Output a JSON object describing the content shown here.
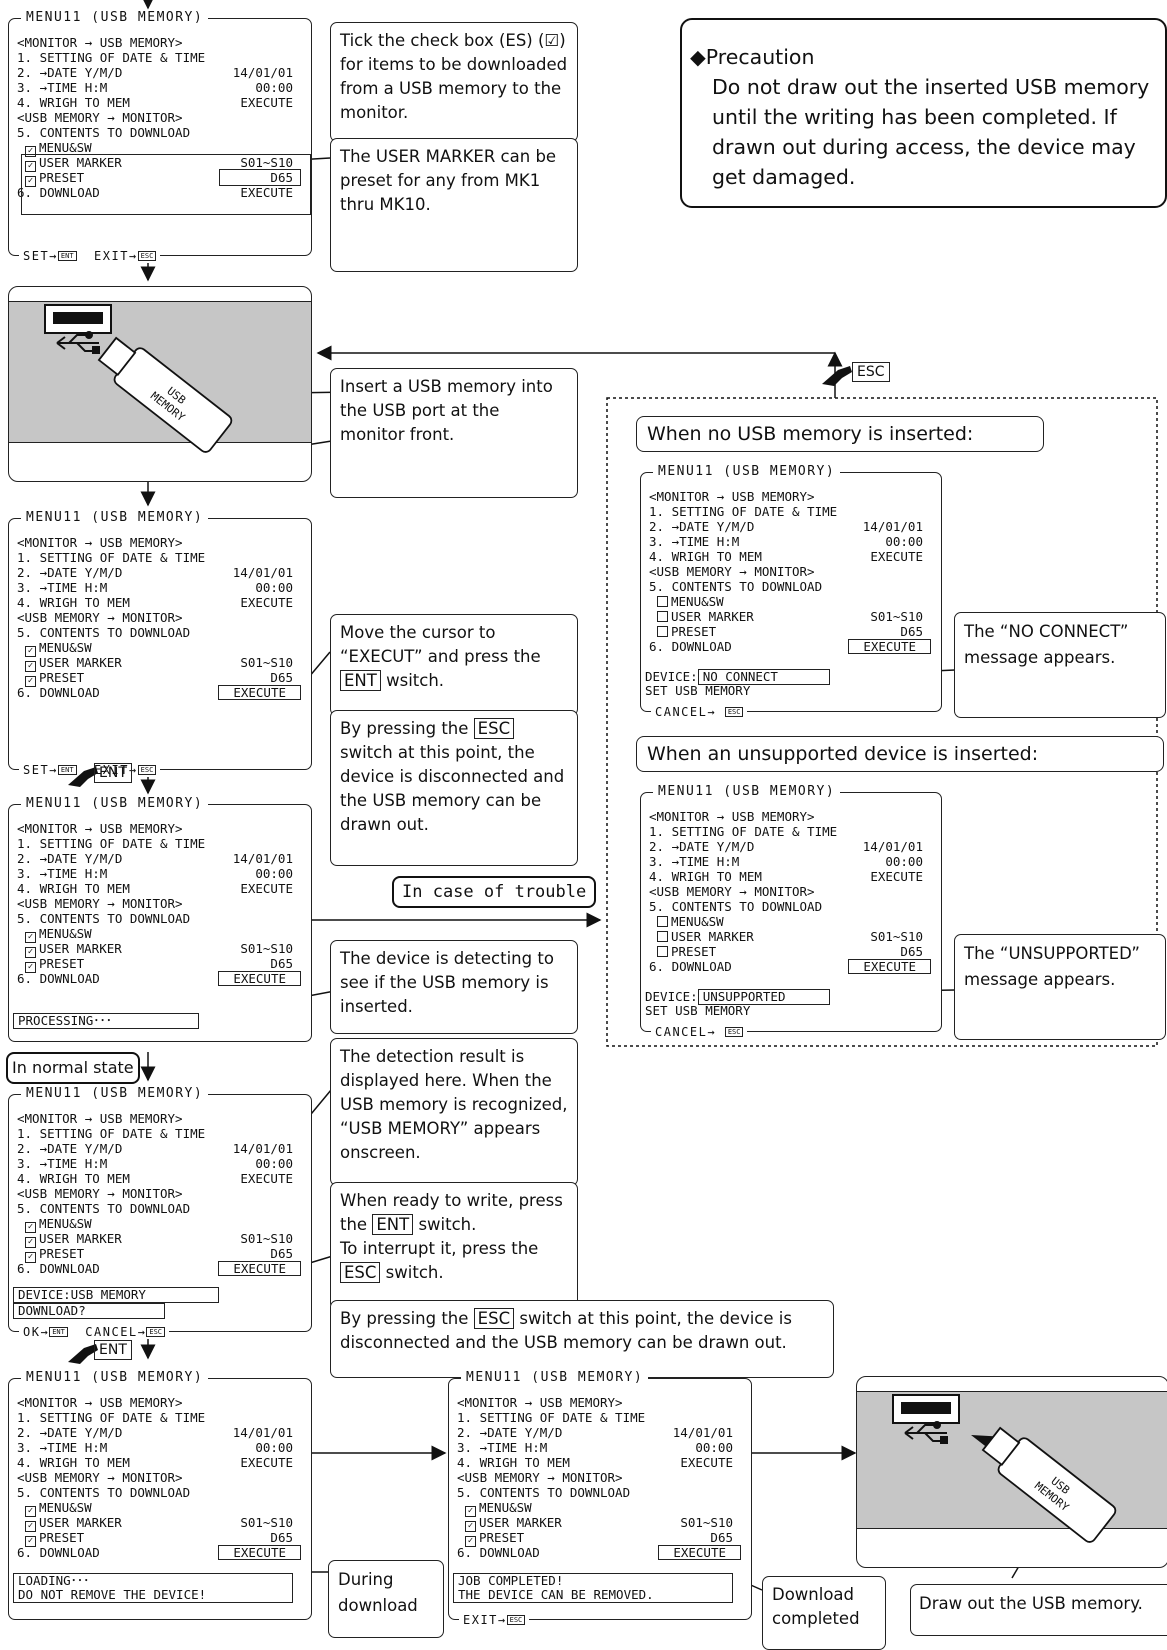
{
  "menu": {
    "title": "MENU11 (USB MEMORY)",
    "lines": [
      {
        "t": "<MONITOR → USB MEMORY>",
        "v": ""
      },
      {
        "t": "1. SETTING OF DATE & TIME",
        "v": ""
      },
      {
        "t": "2. →DATE Y/M/D",
        "v": "14/01/01"
      },
      {
        "t": "3. →TIME H:M",
        "v": "00:00"
      },
      {
        "t": "4. WRIGH TO MEM",
        "v": "EXECUTE"
      },
      {
        "t": "<USB MEMORY → MONITOR>",
        "v": ""
      },
      {
        "t": "5. CONTENTS TO DOWNLOAD",
        "v": ""
      },
      {
        "t": "MENU&SW",
        "v": "",
        "cb": true
      },
      {
        "t": "USER MARKER",
        "v": "S01~S10",
        "cb": true
      },
      {
        "t": "PRESET",
        "v": "D65",
        "cb": true
      },
      {
        "t": "6. DOWNLOAD",
        "v": "EXECUTE"
      }
    ],
    "foot_set": "SET→",
    "foot_exit": "EXIT→",
    "foot_ok": "OK→",
    "foot_cancel": "CANCEL→",
    "foot_cancel2": "CANCEL→",
    "foot_exit2": "EXIT→",
    "key_ent": "ENT",
    "key_esc": "ESC",
    "device_label": "DEVICE:",
    "set_usb": "SET USB MEMORY",
    "no_connect": "NO CONNECT",
    "unsupported": "UNSUPPORTED",
    "processing": "PROCESSING･･･",
    "usb_memory_detected": "DEVICE:USB MEMORY",
    "download_q": "DOWNLOAD?",
    "loading": "LOADING･･･",
    "do_not_remove": "DO NOT REMOVE THE DEVICE!",
    "job_completed": "JOB COMPLETED!",
    "can_be_removed": "THE DEVICE CAN BE REMOVED."
  },
  "callouts": {
    "tick": "Tick the check box (ES) (☑) for items to be downloaded from a USB memory to the monitor.",
    "user_marker": "The USER MARKER can be preset for any from MK1 thru MK10.",
    "insert": "Insert a USB memory into the USB port at the monitor front.",
    "move_cursor_a": "Move the cursor to “EXECUT” and press the",
    "move_cursor_b": "wsitch.",
    "by_pressing_a": "By pressing the",
    "by_pressing_b": "switch at this point, the device is disconnected and the USB memory can be drawn out.",
    "detecting": "The device is detecting to see if the USB memory is inserted.",
    "detection_result": "The detection result is displayed here. When the USB memory is recognized, “USB MEMORY” appears onscreen.",
    "ready_a": "When ready to write, press the",
    "ready_b": "switch.",
    "ready_c": "To interrupt it, press the",
    "ready_d": "switch.",
    "by_pressing2_a": "By pressing the",
    "by_pressing2_b": "switch at this point, the device is disconnected and the USB memory can be drawn out.",
    "during": "During download",
    "completed": "Download completed",
    "draw_out": "Draw out the USB memory.",
    "no_connect_msg": "The “NO CONNECT” message appears.",
    "unsupported_msg": "The “UNSUPPORTED” message appears.",
    "key_ent": "ENT",
    "key_esc": "ESC"
  },
  "precaution": {
    "title": "◆Precaution",
    "text": "Do not draw out the inserted USB memory until the writing has been completed. If drawn out during access, the device may get damaged."
  },
  "labels": {
    "in_case_of_trouble": "In case of trouble",
    "in_normal_state": "In normal state",
    "when_no_usb": "When no USB memory is inserted:",
    "when_unsupported": "When an unsupported device is inserted:",
    "hand_ent_1": "ENT",
    "hand_ent_2": "ENT",
    "hand_esc": "ESC",
    "usb_stick": "USB MEMORY"
  }
}
